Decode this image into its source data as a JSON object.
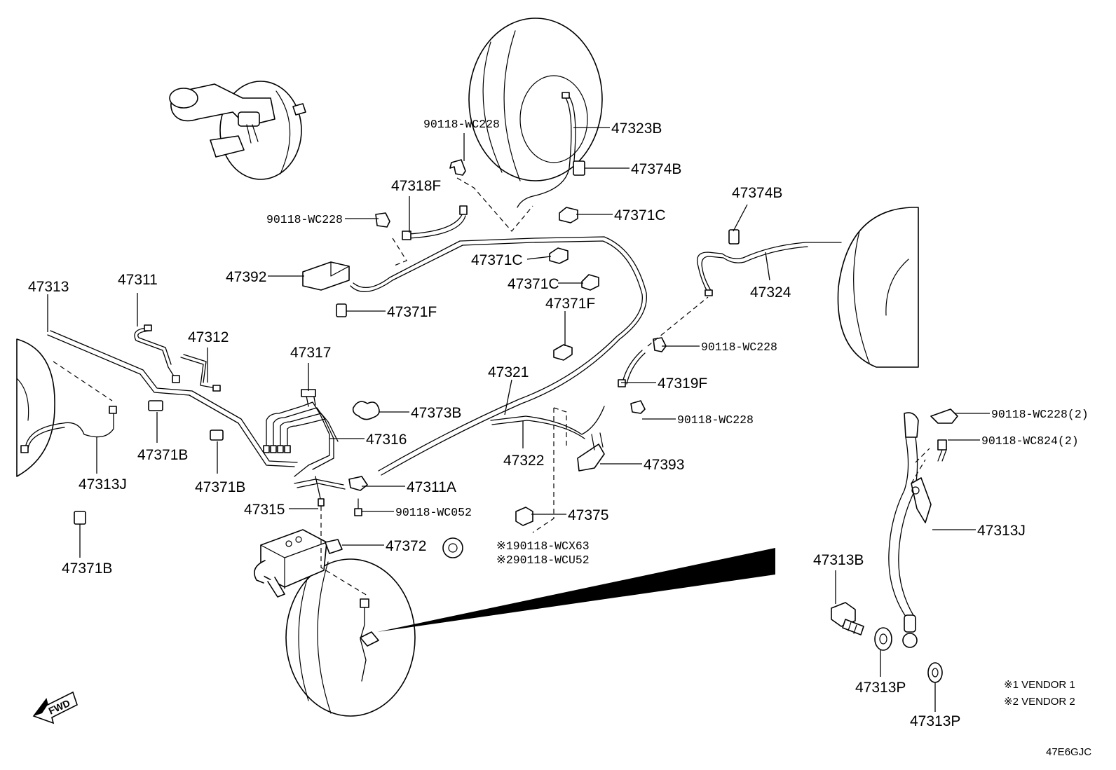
{
  "callouts": [
    {
      "id": "c-47323B",
      "text": "47323B"
    },
    {
      "id": "c-90118-WC228-a",
      "text": "90118-WC228"
    },
    {
      "id": "c-47374B-a",
      "text": "47374B"
    },
    {
      "id": "c-47318F",
      "text": "47318F"
    },
    {
      "id": "c-90118-WC228-b",
      "text": "90118-WC228"
    },
    {
      "id": "c-47371C-a",
      "text": "47371C"
    },
    {
      "id": "c-47374B-b",
      "text": "47374B"
    },
    {
      "id": "c-47392",
      "text": "47392"
    },
    {
      "id": "c-47371C-b",
      "text": "47371C"
    },
    {
      "id": "c-47324",
      "text": "47324"
    },
    {
      "id": "c-47371C-c",
      "text": "47371C"
    },
    {
      "id": "c-47313",
      "text": "47313"
    },
    {
      "id": "c-47311",
      "text": "47311"
    },
    {
      "id": "c-47371F-a",
      "text": "47371F"
    },
    {
      "id": "c-47371F-b",
      "text": "47371F"
    },
    {
      "id": "c-47312",
      "text": "47312"
    },
    {
      "id": "c-90118-WC228-c",
      "text": "90118-WC228"
    },
    {
      "id": "c-47317",
      "text": "47317"
    },
    {
      "id": "c-47321",
      "text": "47321"
    },
    {
      "id": "c-47319F",
      "text": "47319F"
    },
    {
      "id": "c-47373B",
      "text": "47373B"
    },
    {
      "id": "c-90118-WC228-2",
      "text": "90118-WC228(2)"
    },
    {
      "id": "c-90118-WC228-d",
      "text": "90118-WC228"
    },
    {
      "id": "c-47316",
      "text": "47316"
    },
    {
      "id": "c-90118-WC824-2",
      "text": "90118-WC824(2)"
    },
    {
      "id": "c-47371B-a",
      "text": "47371B"
    },
    {
      "id": "c-47322",
      "text": "47322"
    },
    {
      "id": "c-47393",
      "text": "47393"
    },
    {
      "id": "c-47313J-a",
      "text": "47313J"
    },
    {
      "id": "c-47371B-b",
      "text": "47371B"
    },
    {
      "id": "c-47311A",
      "text": "47311A"
    },
    {
      "id": "c-47315",
      "text": "47315"
    },
    {
      "id": "c-90118-WC052",
      "text": "90118-WC052"
    },
    {
      "id": "c-47375",
      "text": "47375"
    },
    {
      "id": "c-47313J-b",
      "text": "47313J"
    },
    {
      "id": "c-47372",
      "text": "47372"
    },
    {
      "id": "c-vendor1-part",
      "text": "※190118-WCX63"
    },
    {
      "id": "c-vendor2-part",
      "text": "※290118-WCU52"
    },
    {
      "id": "c-47313B",
      "text": "47313B"
    },
    {
      "id": "c-47371B-c",
      "text": "47371B"
    },
    {
      "id": "c-47313P-a",
      "text": "47313P"
    },
    {
      "id": "c-47313P-b",
      "text": "47313P"
    }
  ],
  "legend": {
    "vendor1": "※1 VENDOR 1",
    "vendor2": "※2 VENDOR 2"
  },
  "fwd_label": "FWD",
  "diagram_code": "47E6GJC"
}
